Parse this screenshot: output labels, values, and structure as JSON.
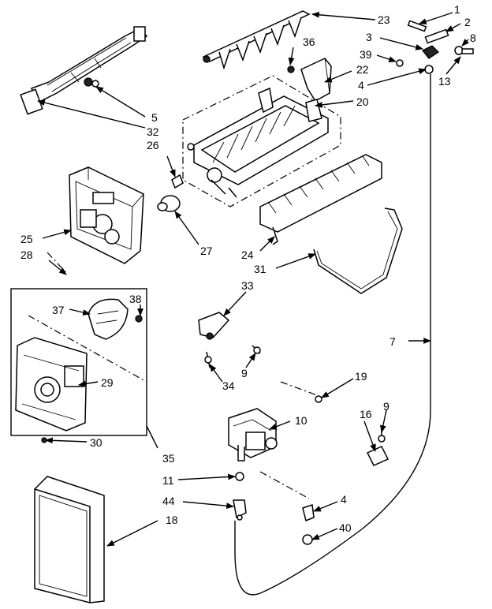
{
  "diagram": {
    "callouts": [
      "1",
      "2",
      "3",
      "8",
      "39",
      "13",
      "4",
      "23",
      "36",
      "22",
      "20",
      "5",
      "32",
      "26",
      "25",
      "28",
      "27",
      "24",
      "31",
      "33",
      "37",
      "38",
      "29",
      "30",
      "35",
      "9",
      "34",
      "19",
      "7",
      "10",
      "16",
      "11",
      "44",
      "18",
      "40"
    ]
  }
}
